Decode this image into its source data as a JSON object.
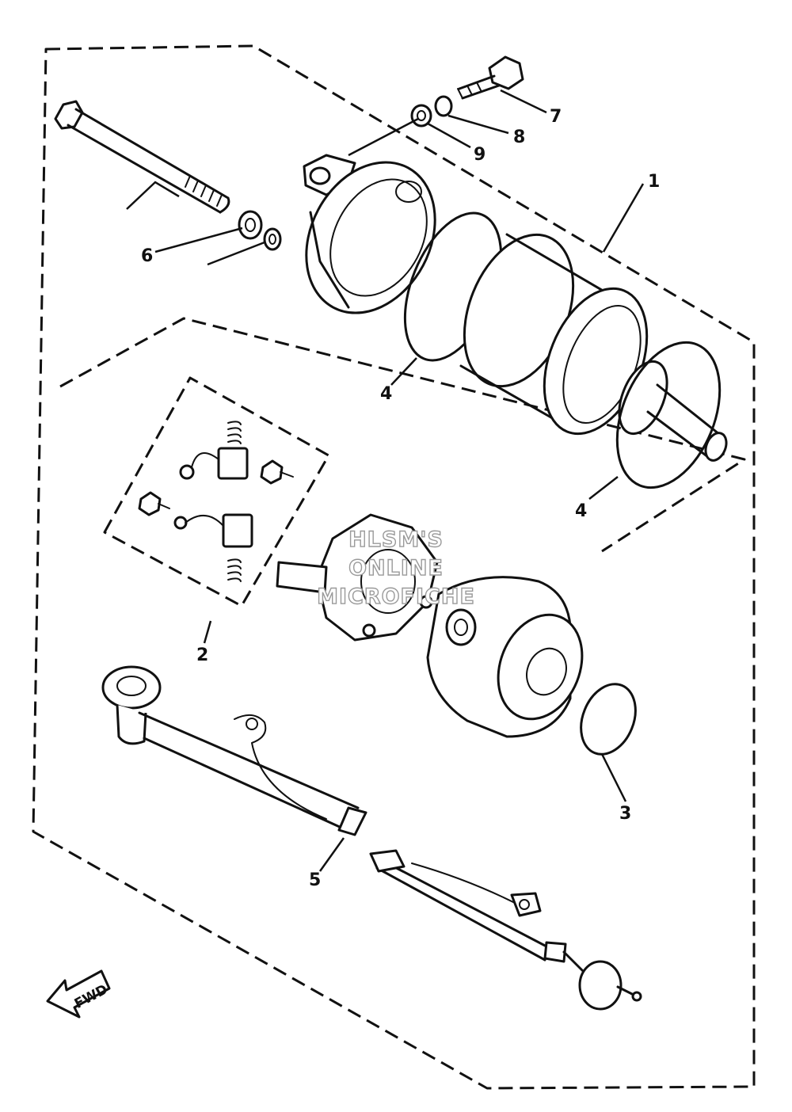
{
  "diagram": {
    "callouts": [
      "1",
      "2",
      "3",
      "4",
      "4",
      "5",
      "6",
      "7",
      "8",
      "9"
    ],
    "watermark": [
      "HLSM'S",
      "ONLINE",
      "MICROFICHE"
    ],
    "direction_label": "FWD"
  }
}
